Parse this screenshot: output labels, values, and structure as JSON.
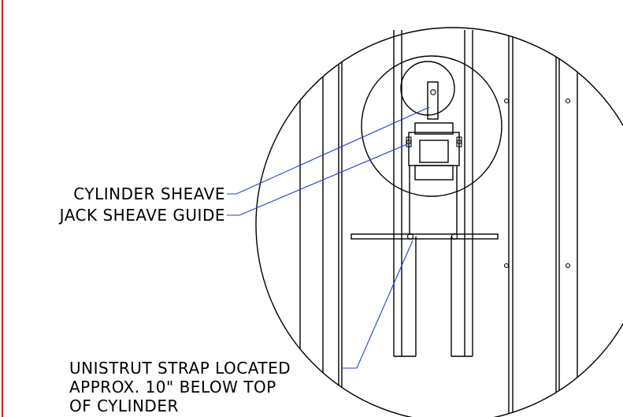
{
  "labels": {
    "cylinder_sheave": "CYLINDER SHEAVE",
    "jack_sheave_guide": "JACK SHEAVE GUIDE",
    "unistrut_line1": "UNISTRUT STRAP LOCATED",
    "unistrut_line2": "APPROX. 10\" BELOW TOP",
    "unistrut_line3": "OF CYLINDER"
  },
  "colors": {
    "linework": "#000000",
    "leader": "#1f3fd6",
    "border": "#d42020",
    "background": "#ffffff"
  }
}
